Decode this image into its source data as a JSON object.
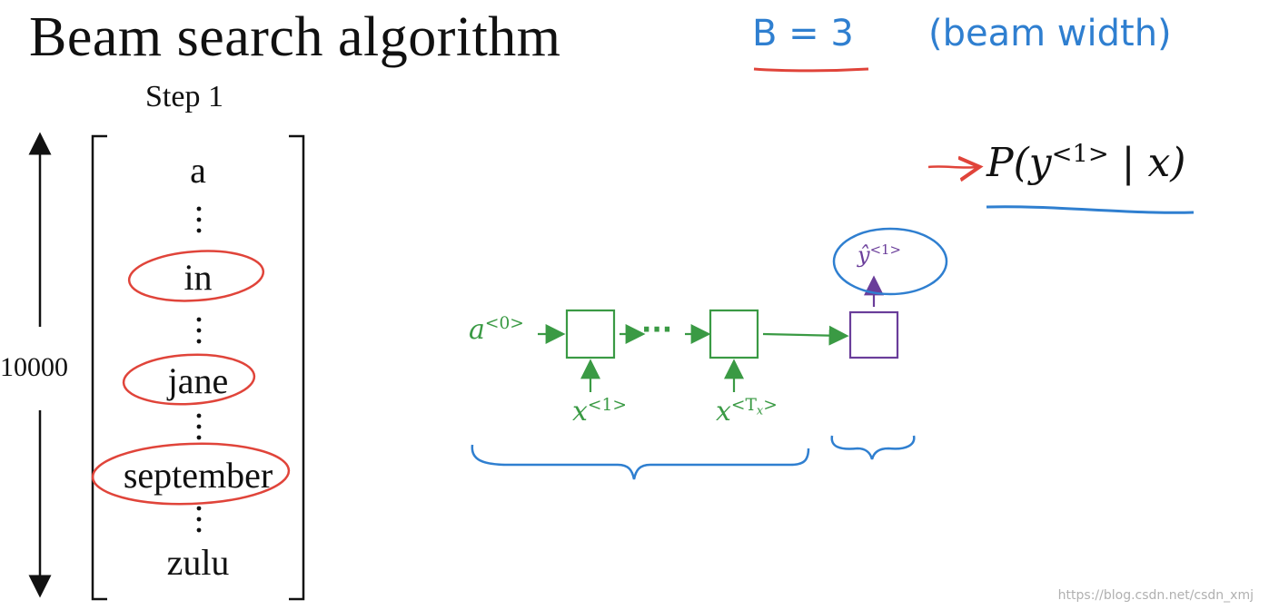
{
  "title": "Beam search algorithm",
  "step_label": "Step 1",
  "beam": {
    "equation": "B = 3",
    "note": "(beam width)"
  },
  "vocab": {
    "size_label": "10000",
    "words": [
      "a",
      "in",
      "jane",
      "september",
      "zulu"
    ],
    "circled": [
      "in",
      "jane",
      "september"
    ]
  },
  "probability": {
    "lhs": "P(y",
    "sup": "<1>",
    "rhs": " | x)"
  },
  "network": {
    "a0": "a",
    "a0_sup": "<0>",
    "x1": "x",
    "x1_sup": "<1>",
    "xT": "x",
    "xT_sup_prefix": "<T",
    "xT_sub": "x",
    "xT_sup_suffix": ">",
    "y_hat": "ŷ",
    "y_hat_sup": "<1>",
    "dots": "···"
  },
  "watermark": "https://blog.csdn.net/csdn_xmj",
  "colors": {
    "annotation_blue": "#2f7fd0",
    "circle_red": "#e0443a",
    "encoder_green": "#3a9a44",
    "decoder_purple": "#6a3d9a"
  }
}
